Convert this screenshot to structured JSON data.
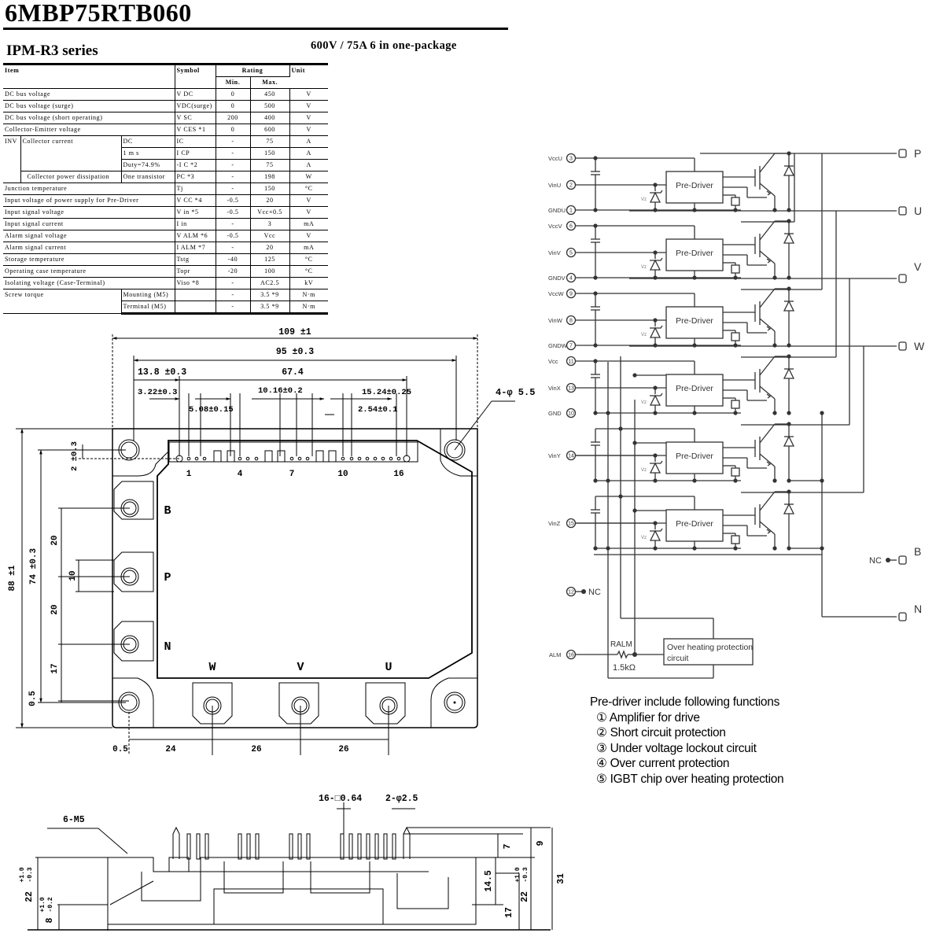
{
  "header": {
    "part_number": "6MBP75RTB060",
    "series": "IPM-R3 series",
    "package_desc": "600V / 75A 6 in one-package"
  },
  "ratings_table": {
    "headers": {
      "item": "Item",
      "symbol": "Symbol",
      "rating": "Rating",
      "min": "Min.",
      "max": "Max.",
      "unit": "Unit"
    },
    "group_labels": {
      "inv": "INV",
      "collector_current": "Collector current",
      "collector_power": "Collector power dissipation",
      "screw_torque": "Screw torque"
    },
    "rows": [
      {
        "item": "DC bus voltage",
        "cond": "",
        "symbol": "V DC",
        "min": "0",
        "max": "450",
        "unit": "V"
      },
      {
        "item": "DC bus voltage (surge)",
        "cond": "",
        "symbol": "VDC(surge)",
        "min": "0",
        "max": "500",
        "unit": "V"
      },
      {
        "item": "DC bus voltage (short operating)",
        "cond": "",
        "symbol": "V SC",
        "min": "200",
        "max": "400",
        "unit": "V"
      },
      {
        "item": "Collector-Emitter voltage",
        "cond": "",
        "symbol": "V CES *1",
        "min": "0",
        "max": "600",
        "unit": "V"
      },
      {
        "item": "Collector current",
        "cond": "DC",
        "symbol": "IC",
        "min": "-",
        "max": "75",
        "unit": "A"
      },
      {
        "item": "",
        "cond": "1 m s",
        "symbol": "I CP",
        "min": "-",
        "max": "150",
        "unit": "A"
      },
      {
        "item": "",
        "cond": "Duty=74.9%",
        "symbol": "-I C  *2",
        "min": "-",
        "max": "75",
        "unit": "A"
      },
      {
        "item": "Collector power dissipation",
        "cond": "One transistor",
        "symbol": "PC   *3",
        "min": "-",
        "max": "198",
        "unit": "W"
      },
      {
        "item": "Junction temperature",
        "cond": "",
        "symbol": "Tj",
        "min": "-",
        "max": "150",
        "unit": "°C"
      },
      {
        "item": "Input voltage of power supply for Pre-Driver",
        "cond": "",
        "symbol": "V CC *4",
        "min": "-0.5",
        "max": "20",
        "unit": "V"
      },
      {
        "item": "Input signal voltage",
        "cond": "",
        "symbol": "V in  *5",
        "min": "-0.5",
        "max": "Vcc+0.5",
        "unit": "V"
      },
      {
        "item": "Input signal current",
        "cond": "",
        "symbol": "I in",
        "min": "-",
        "max": "3",
        "unit": "mA"
      },
      {
        "item": "Alarm signal voltage",
        "cond": "",
        "symbol": "V ALM *6",
        "min": "-0.5",
        "max": "Vcc",
        "unit": "V"
      },
      {
        "item": "Alarm signal current",
        "cond": "",
        "symbol": "I ALM *7",
        "min": "-",
        "max": "20",
        "unit": "mA"
      },
      {
        "item": "Storage temperature",
        "cond": "",
        "symbol": "Tstg",
        "min": "-40",
        "max": "125",
        "unit": "°C"
      },
      {
        "item": "Operating case temperature",
        "cond": "",
        "symbol": "Topr",
        "min": "-20",
        "max": "100",
        "unit": "°C"
      },
      {
        "item": "Isolating voltage (Case-Terminal)",
        "cond": "",
        "symbol": "Viso *8",
        "min": "-",
        "max": "AC2.5",
        "unit": "kV"
      },
      {
        "item": "Screw torque",
        "cond": "Mounting (M5)",
        "symbol": "",
        "min": "-",
        "max": "3.5 *9",
        "unit": "N·m"
      },
      {
        "item": "",
        "cond": "Terminal (M5)",
        "symbol": "",
        "min": "-",
        "max": "3.5 *9",
        "unit": "N·m"
      }
    ]
  },
  "outline_top": {
    "dims": {
      "overall_width": "109 ±1",
      "mount_pitch": "95 ±0.3",
      "pin_offset": "13.8 ±0.3",
      "pin_span": "67.4",
      "pin_edge": "3.22±0.3",
      "pitch_5": "5.08±0.15",
      "pitch_10": "10.16±0.2",
      "pitch_15": "15.24±0.25",
      "pitch_2": "2.54±0.1",
      "mount_holes": "4-φ 5.5",
      "overall_height": "88 ±1",
      "hole_pitch_v": "74 ±0.3",
      "pin_row_offset": "2 ±0.3",
      "b_p": "20",
      "p_width": "10",
      "p_n": "20",
      "n_edge": "17",
      "bottom_offset": "0.5",
      "left_offset": "0.5",
      "w_pitch": "24",
      "v_pitch": "26",
      "u_pitch": "26"
    },
    "pin_numbers": [
      "1",
      "4",
      "7",
      "10",
      "16"
    ],
    "terminals_left": [
      "B",
      "P",
      "N"
    ],
    "terminals_bottom": [
      "W",
      "V",
      "U"
    ]
  },
  "outline_side": {
    "dims": {
      "screws": "6-M5",
      "pins": "16-□0.64",
      "guide_pins": "2-φ2.5",
      "h7": "7",
      "h9": "9",
      "h31": "31",
      "h14_5": "14.5",
      "h17": "17",
      "h22_left": "22",
      "h22_right": "22",
      "tol_22_plus": "+1.0",
      "tol_22_minus": "-0.3",
      "h8": "8",
      "tol_8_plus": "+1.0",
      "tol_8_minus": "-0.2"
    }
  },
  "schematic": {
    "pre_driver_label": "Pre-Driver",
    "left_pins": [
      {
        "name": "VccU",
        "num": "3"
      },
      {
        "name": "VinU",
        "num": "2"
      },
      {
        "name": "GNDU",
        "num": "1"
      },
      {
        "name": "VccV",
        "num": "6"
      },
      {
        "name": "VinV",
        "num": "5"
      },
      {
        "name": "GNDV",
        "num": "4"
      },
      {
        "name": "VccW",
        "num": "9"
      },
      {
        "name": "VinW",
        "num": "8"
      },
      {
        "name": "GNDW",
        "num": "7"
      },
      {
        "name": "Vcc",
        "num": "11"
      },
      {
        "name": "VinX",
        "num": "13"
      },
      {
        "name": "GND",
        "num": "10"
      },
      {
        "name": "VinY",
        "num": "14"
      },
      {
        "name": "VinZ",
        "num": "15"
      },
      {
        "name": "ALM",
        "num": "16"
      }
    ],
    "nc_pin": {
      "num": "12",
      "label": "NC"
    },
    "right_terminals": [
      "P",
      "U",
      "V",
      "W",
      "B",
      "N"
    ],
    "b_nc_label": "NC",
    "zener_label": "Vz",
    "resistor_label": "RALM",
    "resistor_value": "1.5kΩ",
    "overheat_box": [
      "Over heating protection",
      "circuit"
    ]
  },
  "notes": {
    "title": "Pre-driver include following functions",
    "items": [
      {
        "mark": "①",
        "text": "Amplifier for drive"
      },
      {
        "mark": "②",
        "text": "Short circuit protection"
      },
      {
        "mark": "③",
        "text": "Under voltage lockout circuit"
      },
      {
        "mark": "④",
        "text": "Over current protection"
      },
      {
        "mark": "⑤",
        "text": "IGBT chip over heating protection"
      }
    ]
  }
}
